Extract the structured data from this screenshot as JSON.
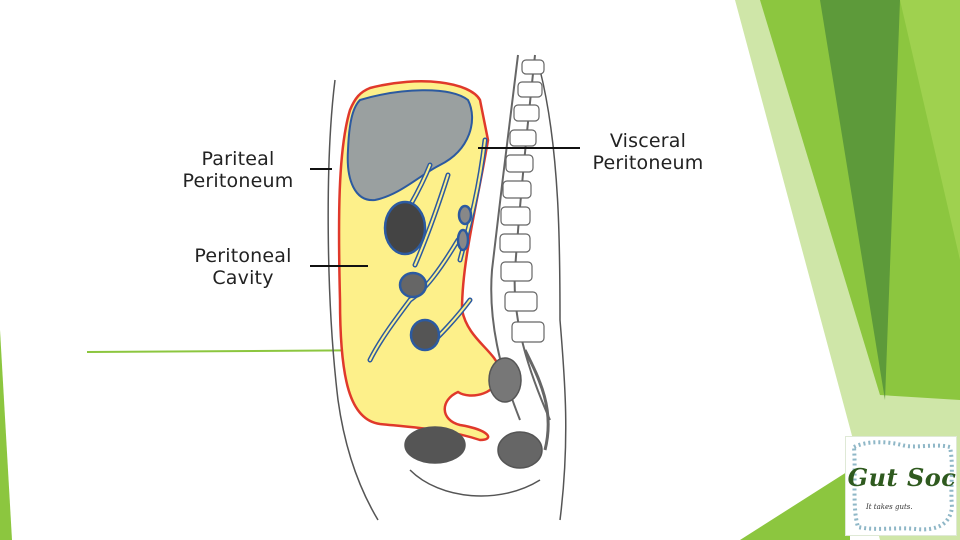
{
  "labels": {
    "pariteal_line1": "Pariteal",
    "pariteal_line2": "Peritoneum",
    "peritoneal_line1": "Peritoneal",
    "peritoneal_line2": "Cavity",
    "visceral_line1": "Visceral",
    "visceral_line2": "Peritoneum"
  },
  "logo": {
    "title": "Gut Soc",
    "tagline": "It takes guts."
  },
  "colors": {
    "cavity_fill": "#fdf08a",
    "parietal_line": "#e0392b",
    "visceral_line": "#2c5aa0",
    "accent_green": "#8cc63f",
    "dark_green": "#4f8a2a"
  }
}
